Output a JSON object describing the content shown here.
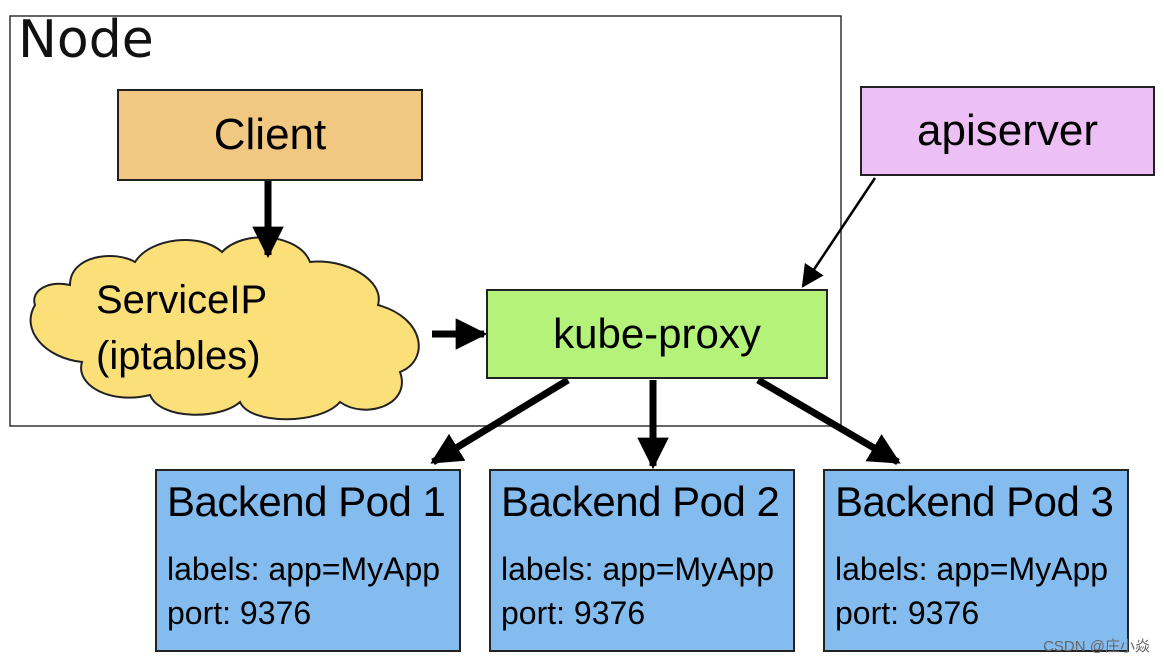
{
  "node": {
    "label": "Node"
  },
  "client": {
    "label": "Client"
  },
  "service": {
    "line1": "ServiceIP",
    "line2": "(iptables)"
  },
  "kube_proxy": {
    "label": "kube-proxy"
  },
  "apiserver": {
    "label": "apiserver"
  },
  "pods": [
    {
      "title": "Backend Pod 1",
      "labels": "labels: app=MyApp",
      "port": "port: 9376"
    },
    {
      "title": "Backend Pod 2",
      "labels": "labels: app=MyApp",
      "port": "port: 9376"
    },
    {
      "title": "Backend Pod 3",
      "labels": "labels: app=MyApp",
      "port": "port: 9376"
    }
  ],
  "watermark": "CSDN @庄小焱",
  "colors": {
    "client": "#f0c882",
    "apiserver": "#ecbff5",
    "kube_proxy": "#b4f27a",
    "pod": "#84bcef",
    "service_cloud": "#fbe07a"
  }
}
